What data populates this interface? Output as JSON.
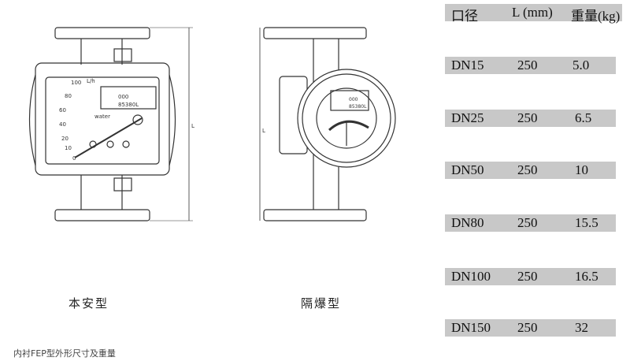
{
  "table": {
    "headers": [
      "口径",
      "L (mm)",
      "重量(kg)"
    ],
    "rows": [
      {
        "size": "DN15",
        "length": "250",
        "weight": "5.0"
      },
      {
        "size": "DN25",
        "length": "250",
        "weight": "6.5"
      },
      {
        "size": "DN50",
        "length": "250",
        "weight": "10"
      },
      {
        "size": "DN80",
        "length": "250",
        "weight": "15.5"
      },
      {
        "size": "DN100",
        "length": "250",
        "weight": "16.5"
      },
      {
        "size": "DN150",
        "length": "250",
        "weight": "32"
      }
    ]
  },
  "drawings": {
    "intrinsic_label": "本安型",
    "explosion_label": "隔爆型",
    "dimension_label": "L",
    "scale": [
      "100",
      "80",
      "60",
      "40",
      "20",
      "10",
      "0"
    ],
    "unit": "L/h",
    "medium": "water",
    "flow_reading": "000",
    "total_reading": "85380L"
  },
  "caption": "内衬FEP型外形尺寸及重量"
}
